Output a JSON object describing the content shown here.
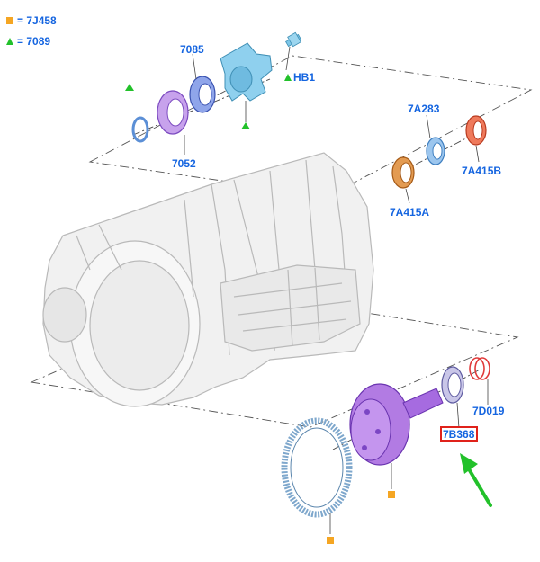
{
  "legend": [
    {
      "marker": "square",
      "color": "#f5a623",
      "text": "= 7J458"
    },
    {
      "marker": "triangle",
      "color": "#22c12a",
      "text": "= 7089"
    }
  ],
  "labels": {
    "l7085": "7085",
    "hb1": "HB1",
    "l7052": "7052",
    "l7a283": "7A283",
    "l7a415b": "7A415B",
    "l7a415a": "7A415A",
    "l7d019": "7D019",
    "l7b368": "7B368"
  },
  "colors": {
    "label": "#1565e0",
    "highlight": "#e0221b",
    "arrow": "#22c12a",
    "square_marker": "#f5a623",
    "triangle_marker": "#22c12a",
    "purple_part": "#a66be0",
    "blue_part": "#7fb3e8",
    "orange_part": "#e08a3a",
    "red_part": "#e4502f"
  }
}
